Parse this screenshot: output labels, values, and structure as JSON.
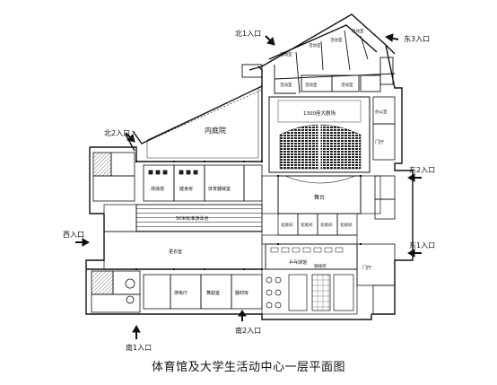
{
  "caption": "体育馆及大学生活动中心一层平面图",
  "entrances": {
    "north1": "北1入口",
    "north2": "北2入口",
    "east3": "东3入口",
    "east2": "东2入口",
    "east1": "东1入口",
    "west1": "西入口",
    "south1": "南1入口",
    "south2": "南2入口"
  },
  "rooms": {
    "courtyard": "内庭院",
    "auditorium": "1300座大剧场",
    "stage": "舞台",
    "pool": "50米标准游泳池",
    "hall_gym": "体操馆",
    "hall_weight": "健身房",
    "lobby_east": "门厅",
    "lobby_south": "门厅",
    "pingpong": "乒乓球馆",
    "rehearsal": "排练厅",
    "dance": "舞蹈室",
    "fitness": "体育器械室",
    "bar": "咖啡吧",
    "east_office": "办公室",
    "small_top_1": "活动室",
    "small_top_2": "活动室",
    "small_top_3": "活动室",
    "small_top_4": "活动室",
    "small_top_5": "活动室",
    "small_top_6": "活动室",
    "small_top_7": "活动室",
    "dress_1": "化妆间",
    "dress_2": "化妆间",
    "dress_3": "化妆间",
    "dress_4": "化妆间",
    "store": "器材库",
    "changing": "更衣室"
  }
}
